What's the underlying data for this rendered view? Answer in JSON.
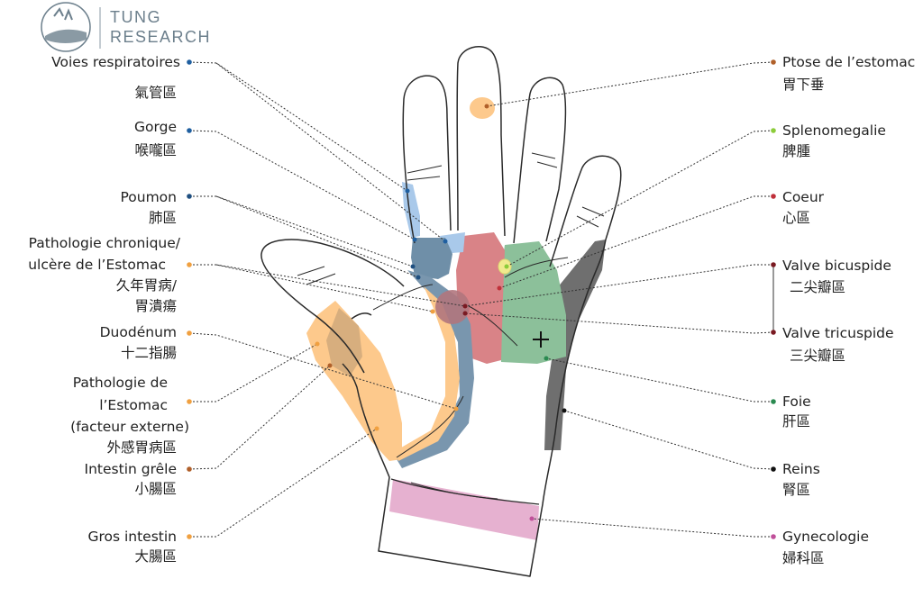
{
  "logo": {
    "line1": "TUNG",
    "line2": "RESEARCH"
  },
  "colors": {
    "blue_light": "#a9c9ea",
    "blue_dark": "#6f8fa8",
    "orange": "#fdc98c",
    "red": "#d98387",
    "green": "#8cc09a",
    "yellow": "#f0ea8e",
    "gray": "#6f6f6f",
    "pink": "#e6b1d0",
    "dark_red": "#b0767d"
  },
  "left_labels": [
    {
      "key": "voies",
      "fr": [
        "Voies respiratoires"
      ],
      "cn": "氣管區",
      "dot": "#1f5fa0"
    },
    {
      "key": "gorge",
      "fr": [
        "Gorge"
      ],
      "cn": "喉嚨區",
      "dot": "#1f5fa0"
    },
    {
      "key": "poumon",
      "fr": [
        "Poumon"
      ],
      "cn": "肺區",
      "dot": "#1f4f80"
    },
    {
      "key": "patho-chron",
      "fr": [
        "Pathologie chronique/",
        "ulcère de l’Estomac"
      ],
      "cn": "久年胃病/",
      "cn2": "胃潰瘍",
      "dot": "#f0a040"
    },
    {
      "key": "duodenum",
      "fr": [
        "Duodénum"
      ],
      "cn": "十二指腸",
      "dot": "#f0a040"
    },
    {
      "key": "patho-ext",
      "fr": [
        "Pathologie de",
        "l’Estomac",
        "(facteur externe)"
      ],
      "cn": "外感胃病區",
      "dot": "#f0a040"
    },
    {
      "key": "intestin-grele",
      "fr": [
        "Intestin grêle"
      ],
      "cn": "小腸區",
      "dot": "#b0602a"
    },
    {
      "key": "gros-intestin",
      "fr": [
        "Gros intestin"
      ],
      "cn": "大腸區",
      "dot": "#f0a040"
    }
  ],
  "right_labels": [
    {
      "key": "ptose",
      "fr": "Ptose de l’estomac",
      "cn": "胃下垂",
      "dot": "#b0602a"
    },
    {
      "key": "spleno",
      "fr": "Splenomegalie",
      "cn": "脾腫",
      "dot": "#8ccc3a"
    },
    {
      "key": "coeur",
      "fr": "Coeur",
      "cn": "心區",
      "dot": "#c0303a"
    },
    {
      "key": "bicuspide",
      "fr": "Valve bicuspide",
      "cn": "二尖瓣區",
      "dot": "#7a1a22"
    },
    {
      "key": "tricuspide",
      "fr": "Valve tricuspide",
      "cn": "三尖瓣區",
      "dot": "#7a1a22"
    },
    {
      "key": "foie",
      "fr": "Foie",
      "cn": "肝區",
      "dot": "#2a8a50"
    },
    {
      "key": "reins",
      "fr": "Reins",
      "cn": "腎區",
      "dot": "#111111"
    },
    {
      "key": "gyneco",
      "fr": "Gynecologie",
      "cn": "婦科區",
      "dot": "#c0509a"
    }
  ]
}
